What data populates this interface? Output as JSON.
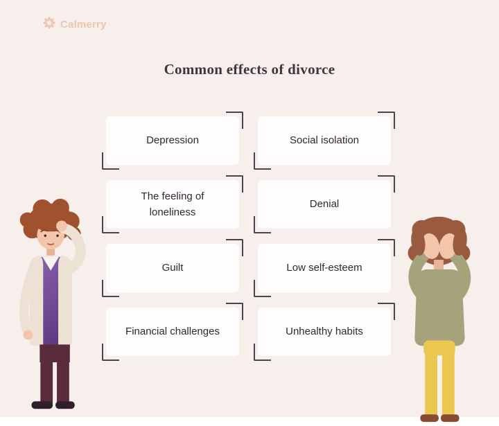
{
  "brand": {
    "name": "Calmerry",
    "logo_icon": "flower-icon",
    "logo_color": "#ecc7b0"
  },
  "title": "Common effects of divorce",
  "effects": [
    {
      "label": "Depression"
    },
    {
      "label": "Social isolation"
    },
    {
      "label": "The feeling of loneliness"
    },
    {
      "label": "Denial"
    },
    {
      "label": "Guilt"
    },
    {
      "label": "Low self-esteem"
    },
    {
      "label": "Financial challenges"
    },
    {
      "label": "Unhealthy habits"
    }
  ],
  "illustrations": [
    {
      "name": "worried-man-scratching-head",
      "position": "bottom-left"
    },
    {
      "name": "woman-covering-face-with-hands",
      "position": "bottom-right"
    }
  ],
  "colors": {
    "background": "#f6efec",
    "card": "#fffdfd",
    "bracket": "#4c4350",
    "title_text": "#44323f",
    "card_text": "#2e2833"
  }
}
